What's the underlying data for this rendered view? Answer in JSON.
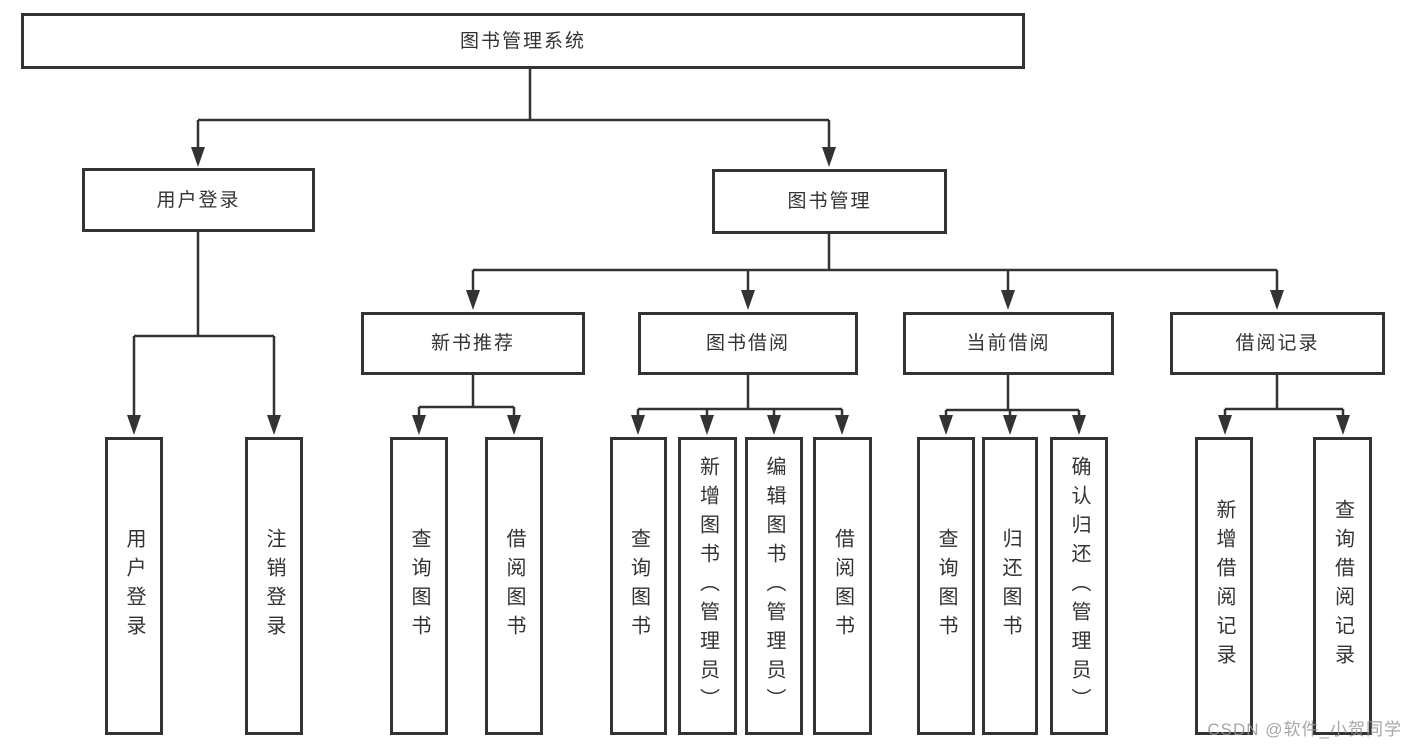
{
  "nodes": {
    "root": {
      "label": "图书管理系统"
    },
    "login": {
      "label": "用户登录",
      "children": [
        {
          "label": "用户登录"
        },
        {
          "label": "注销登录"
        }
      ]
    },
    "management": {
      "label": "图书管理",
      "groups": {
        "recommend": {
          "label": "新书推荐",
          "children": [
            {
              "label": "查询图书"
            },
            {
              "label": "借阅图书"
            }
          ]
        },
        "borrow": {
          "label": "图书借阅",
          "children": [
            {
              "label": "查询图书"
            },
            {
              "label": "新增图书（管理员）"
            },
            {
              "label": "编辑图书（管理员）"
            },
            {
              "label": "借阅图书"
            }
          ]
        },
        "current": {
          "label": "当前借阅",
          "children": [
            {
              "label": "查询图书"
            },
            {
              "label": "归还图书"
            },
            {
              "label": "确认归还（管理员）"
            }
          ]
        },
        "records": {
          "label": "借阅记录",
          "children": [
            {
              "label": "新增借阅记录"
            },
            {
              "label": "查询借阅记录"
            }
          ]
        }
      }
    }
  },
  "watermark": "CSDN @软件_小贺同学",
  "colors": {
    "line": "#333333",
    "text": "#333333",
    "box_background": "#ffffff",
    "watermark": "#999999",
    "background": "#ffffff"
  }
}
